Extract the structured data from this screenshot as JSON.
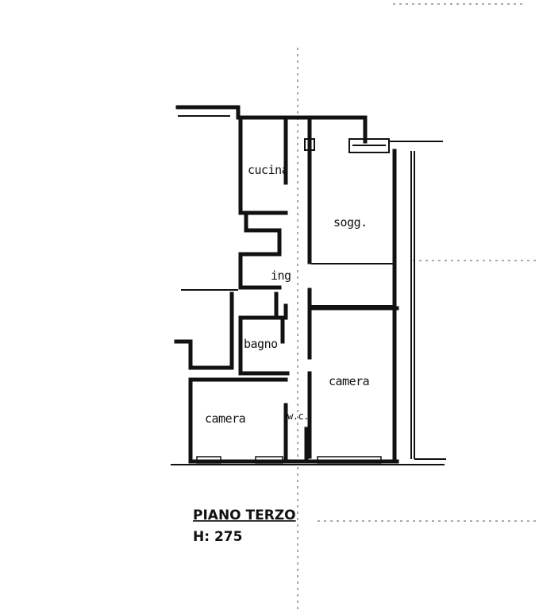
{
  "rooms": {
    "cucina": "cucina",
    "sogg": "sogg.",
    "ing": "ing",
    "bagno": "bagno",
    "camera_right": "camera",
    "camera_left": "camera",
    "wc": "w.c."
  },
  "caption": {
    "floor": "PIANO TERZO",
    "height": "H: 275"
  },
  "colors": {
    "ink": "#111111",
    "paper": "#ffffff"
  }
}
